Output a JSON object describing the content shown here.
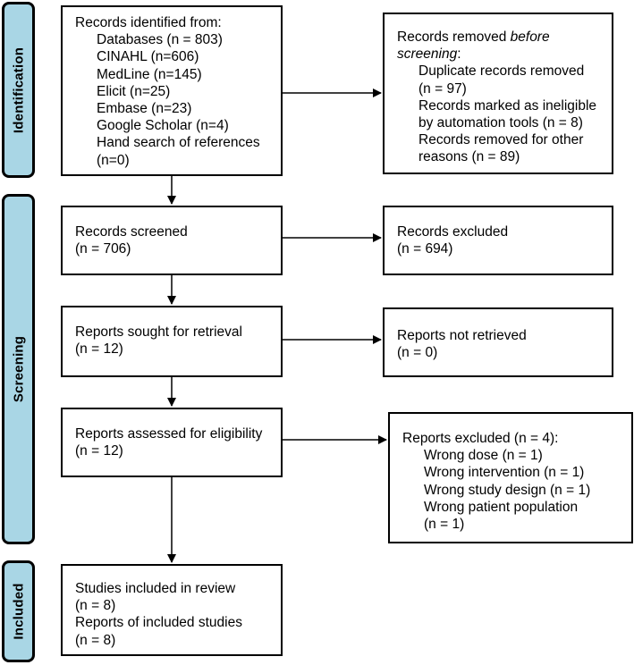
{
  "phases": {
    "identification": "Identification",
    "screening": "Screening",
    "included": "Included"
  },
  "identified": {
    "heading": "Records identified from:",
    "items": [
      "Databases (n = 803)",
      "CINAHL (n=606)",
      "MedLine (n=145)",
      "Elicit (n=25)",
      "Embase (n=23)",
      "Google Scholar (n=4)",
      "Hand search of references",
      "(n=0)"
    ]
  },
  "removed": {
    "heading_prefix": "Records removed ",
    "heading_italic": "before screening",
    "heading_suffix": ":",
    "items": [
      "Duplicate records removed",
      "(n = 97)",
      "Records marked as ineligible",
      "by automation tools (n = 8)",
      "Records removed for other",
      "reasons (n = 89)"
    ]
  },
  "screened": {
    "label": "Records screened",
    "count": "(n = 706)"
  },
  "excluded": {
    "label": "Records excluded",
    "count": "(n = 694)"
  },
  "sought": {
    "label": "Reports sought for retrieval",
    "count": "(n = 12)"
  },
  "not_retrieved": {
    "label": "Reports not retrieved",
    "count": "(n = 0)"
  },
  "assessed": {
    "label": "Reports assessed for eligibility",
    "count": "(n = 12)"
  },
  "reports_excluded": {
    "heading": "Reports excluded (n = 4):",
    "items": [
      "Wrong dose (n = 1)",
      "Wrong intervention (n = 1)",
      "Wrong study design (n = 1)",
      "Wrong patient population (n = 1)"
    ]
  },
  "included": {
    "studies_label": "Studies included in review",
    "studies_count": "(n = 8)",
    "reports_label": "Reports of included studies",
    "reports_count": "(n = 8)"
  }
}
